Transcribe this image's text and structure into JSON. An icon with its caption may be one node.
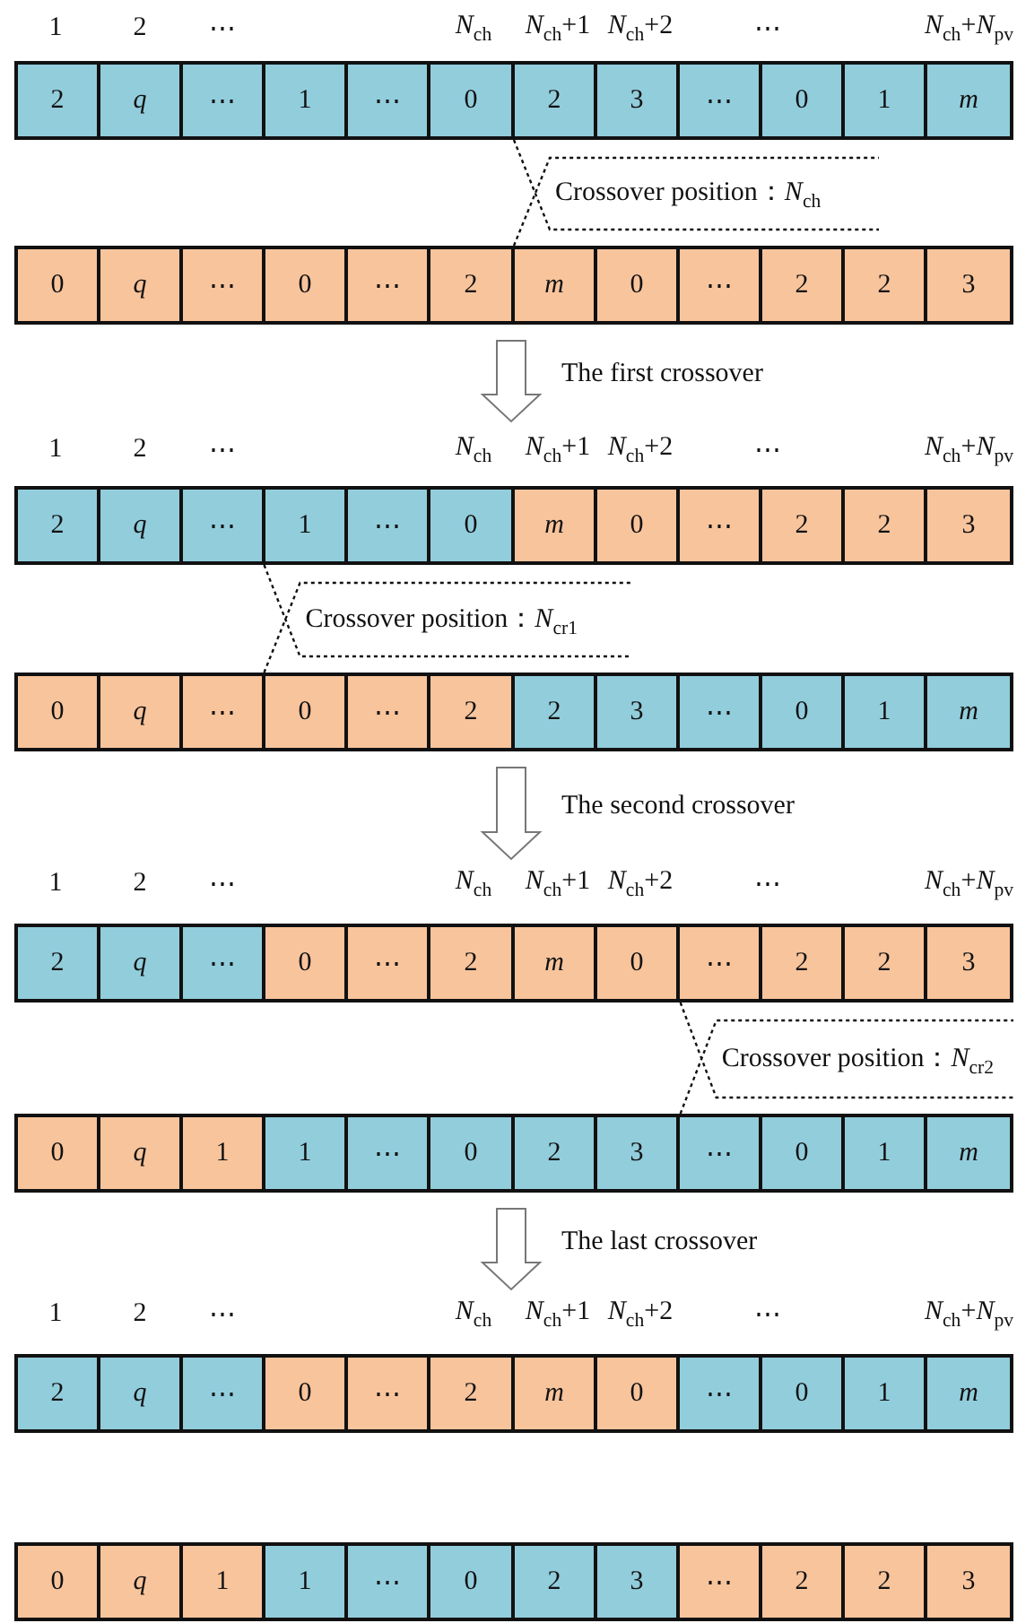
{
  "diagram": {
    "nodes": [
      {
        "text": [],
        "shape": "bar"
      },
      {
        "text": [
          "2"
        ],
        "in": 0
      },
      {
        "text": [
          "q"
        ],
        "in": 0
      },
      {
        "text": [
          "⋯"
        ],
        "in": 0
      },
      {
        "text": [
          "1"
        ],
        "in": 0
      },
      {
        "text": [
          "⋯"
        ],
        "in": 0
      },
      {
        "text": [
          "0"
        ],
        "in": 0
      },
      {
        "text": [
          "2"
        ],
        "in": 0
      },
      {
        "text": [
          "3"
        ],
        "in": 0
      },
      {
        "text": [
          "⋯"
        ],
        "in": 0
      },
      {
        "text": [
          "0"
        ],
        "in": 0
      },
      {
        "text": [
          "1"
        ],
        "in": 0
      },
      {
        "text": [
          "m"
        ],
        "in": 0
      },
      {
        "text": [],
        "shape": "bar"
      },
      {
        "text": [
          "0"
        ],
        "in": 13
      },
      {
        "text": [
          "q"
        ],
        "in": 13
      },
      {
        "text": [
          "⋯"
        ],
        "in": 13
      },
      {
        "text": [
          "0"
        ],
        "in": 13
      },
      {
        "text": [
          "⋯"
        ],
        "in": 13
      },
      {
        "text": [
          "2"
        ],
        "in": 13
      },
      {
        "text": [
          "m"
        ],
        "in": 13
      },
      {
        "text": [
          "0"
        ],
        "in": 13
      },
      {
        "text": [
          "⋯"
        ],
        "in": 13
      },
      {
        "text": [
          "2"
        ],
        "in": 13
      },
      {
        "text": [
          "2"
        ],
        "in": 13
      },
      {
        "text": [
          "3"
        ],
        "in": 13
      },
      {
        "text": [],
        "shape": "bar"
      },
      {
        "text": [
          "2"
        ],
        "in": 26
      },
      {
        "text": [
          "q"
        ],
        "in": 26
      },
      {
        "text": [
          "⋯"
        ],
        "in": 26
      },
      {
        "text": [
          "1"
        ],
        "in": 26
      },
      {
        "text": [
          "⋯"
        ],
        "in": 26
      },
      {
        "text": [
          "0"
        ],
        "in": 26
      },
      {
        "text": [
          "m"
        ],
        "in": 26
      },
      {
        "text": [
          "0"
        ],
        "in": 26
      },
      {
        "text": [
          "⋯"
        ],
        "in": 26
      },
      {
        "text": [
          "2"
        ],
        "in": 26
      },
      {
        "text": [
          "2"
        ],
        "in": 26
      },
      {
        "text": [
          "3"
        ],
        "in": 26
      },
      {
        "text": [],
        "shape": "bar"
      },
      {
        "text": [
          "0"
        ],
        "in": 39
      },
      {
        "text": [
          "q"
        ],
        "in": 39
      },
      {
        "text": [
          "⋯"
        ],
        "in": 39
      },
      {
        "text": [
          "0"
        ],
        "in": 39
      },
      {
        "text": [
          "⋯"
        ],
        "in": 39
      },
      {
        "text": [
          "2"
        ],
        "in": 39
      },
      {
        "text": [
          "2"
        ],
        "in": 39
      },
      {
        "text": [
          "3"
        ],
        "in": 39
      },
      {
        "text": [
          "⋯"
        ],
        "in": 39
      },
      {
        "text": [
          "0"
        ],
        "in": 39
      },
      {
        "text": [
          "1"
        ],
        "in": 39
      },
      {
        "text": [
          "m"
        ],
        "in": 39
      },
      {
        "text": [],
        "shape": "bar"
      },
      {
        "text": [
          "2"
        ],
        "in": 52
      },
      {
        "text": [
          "q"
        ],
        "in": 52
      },
      {
        "text": [
          "⋯"
        ],
        "in": 52
      },
      {
        "text": [
          "0"
        ],
        "in": 52
      },
      {
        "text": [
          "⋯"
        ],
        "in": 52
      },
      {
        "text": [
          "2"
        ],
        "in": 52
      },
      {
        "text": [
          "m"
        ],
        "in": 52
      },
      {
        "text": [
          "0"
        ],
        "in": 52
      },
      {
        "text": [
          "⋯"
        ],
        "in": 52
      },
      {
        "text": [
          "2"
        ],
        "in": 52
      },
      {
        "text": [
          "2"
        ],
        "in": 52
      },
      {
        "text": [
          "3"
        ],
        "in": 52
      },
      {
        "text": [],
        "shape": "bar"
      },
      {
        "text": [
          "0"
        ],
        "in": 65
      },
      {
        "text": [
          "q"
        ],
        "in": 65
      },
      {
        "text": [
          "1"
        ],
        "in": 65
      },
      {
        "text": [
          "1"
        ],
        "in": 65
      },
      {
        "text": [
          "⋯"
        ],
        "in": 65
      },
      {
        "text": [
          "0"
        ],
        "in": 65
      },
      {
        "text": [
          "2"
        ],
        "in": 65
      },
      {
        "text": [
          "3"
        ],
        "in": 65
      },
      {
        "text": [
          "⋯"
        ],
        "in": 65
      },
      {
        "text": [
          "0"
        ],
        "in": 65
      },
      {
        "text": [
          "1"
        ],
        "in": 65
      },
      {
        "text": [
          "m"
        ],
        "in": 65
      },
      {
        "text": [],
        "shape": "bar"
      },
      {
        "text": [
          "2"
        ],
        "in": 78
      },
      {
        "text": [
          "q"
        ],
        "in": 78
      },
      {
        "text": [
          "⋯"
        ],
        "in": 78
      },
      {
        "text": [
          "0"
        ],
        "in": 78
      },
      {
        "text": [
          "⋯"
        ],
        "in": 78
      },
      {
        "text": [
          "2"
        ],
        "in": 78
      },
      {
        "text": [
          "m"
        ],
        "in": 78
      },
      {
        "text": [
          "0"
        ],
        "in": 78
      },
      {
        "text": [
          "⋯"
        ],
        "in": 78
      },
      {
        "text": [
          "0"
        ],
        "in": 78
      },
      {
        "text": [
          "1"
        ],
        "in": 78
      },
      {
        "text": [
          "m"
        ],
        "in": 78
      },
      {
        "text": [],
        "shape": "bar"
      },
      {
        "text": [
          "0"
        ],
        "in": 91
      },
      {
        "text": [
          "q"
        ],
        "in": 91
      },
      {
        "text": [
          "1"
        ],
        "in": 91
      },
      {
        "text": [
          "1"
        ],
        "in": 91
      },
      {
        "text": [
          "⋯"
        ],
        "in": 91
      },
      {
        "text": [
          "0"
        ],
        "in": 91
      },
      {
        "text": [
          "2"
        ],
        "in": 91
      },
      {
        "text": [
          "3"
        ],
        "in": 91
      },
      {
        "text": [
          "⋯"
        ],
        "in": 91
      },
      {
        "text": [
          "2"
        ],
        "in": 91
      },
      {
        "text": [
          "2"
        ],
        "in": 91
      },
      {
        "text": [
          "3"
        ],
        "in": 91
      }
    ],
    "edges": [
      {
        "from": 13,
        "to": 26,
        "arrow": "to",
        "label": "The first crossover"
      },
      {
        "from": 39,
        "to": 52,
        "arrow": "to",
        "label": "The second crossover"
      },
      {
        "from": 65,
        "to": 78,
        "arrow": "to",
        "label": "The last crossover"
      }
    ],
    "labels": [
      "1",
      "2",
      "⋯",
      "*N*$_{ch}$",
      "*N*$_{ch}$+1",
      "*N*$_{ch}$+2",
      "⋯",
      "*N*$_{ch}$+*N*$_{pv}$",
      "Crossover position：*N*$_{ch}$",
      "1",
      "2",
      "⋯",
      "*N*$_{ch}$",
      "*N*$_{ch}$+1",
      "*N*$_{ch}$+2",
      "⋯",
      "*N*$_{ch}$+*N*$_{pv}$",
      "Crossover position：*N*$_{cr1}$",
      "1",
      "2",
      "⋯",
      "*N*$_{ch}$",
      "*N*$_{ch}$+1",
      "*N*$_{ch}$+2",
      "⋯",
      "*N*$_{ch}$+*N*$_{pv}$",
      "Crossover position：*N*$_{cr2}$",
      "1",
      "2",
      "⋯",
      "*N*$_{ch}$",
      "*N*$_{ch}$+1",
      "*N*$_{ch}$+2",
      "⋯",
      "*N*$_{ch}$+*N*$_{pv}$"
    ]
  }
}
